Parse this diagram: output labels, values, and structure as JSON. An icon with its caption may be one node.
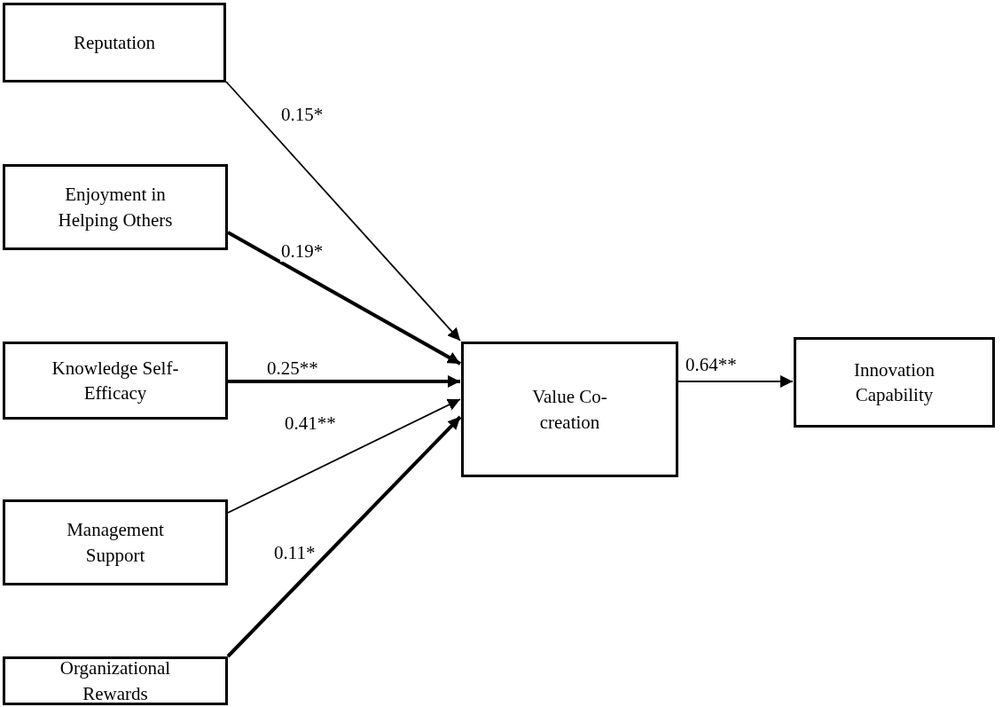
{
  "diagram": {
    "nodes": [
      {
        "text": [
          "Reputation"
        ]
      },
      {
        "text": [
          "Enjoyment in Helping Others"
        ]
      },
      {
        "text": [
          "Knowledge Self-Efficacy"
        ]
      },
      {
        "text": [
          "Management Support"
        ]
      },
      {
        "text": [
          "Organizational Rewards"
        ]
      },
      {
        "text": [
          "Value Co-creation"
        ]
      },
      {
        "text": [
          "Innovation Capability"
        ]
      }
    ],
    "edges": [
      {
        "from": 0,
        "to": 5,
        "arrow": "to",
        "label": "0.15*"
      },
      {
        "from": 1,
        "to": 5,
        "arrow": "to",
        "label": "0.19*",
        "style": "thick"
      },
      {
        "from": 2,
        "to": 5,
        "arrow": "to",
        "label": "0.25**",
        "style": "thick"
      },
      {
        "from": 3,
        "to": 5,
        "arrow": "to",
        "label": "0.41**"
      },
      {
        "from": 4,
        "to": 5,
        "arrow": "to",
        "label": "0.11*",
        "style": "thick"
      },
      {
        "from": 5,
        "to": 6,
        "arrow": "to",
        "label": "0.64**"
      }
    ]
  }
}
